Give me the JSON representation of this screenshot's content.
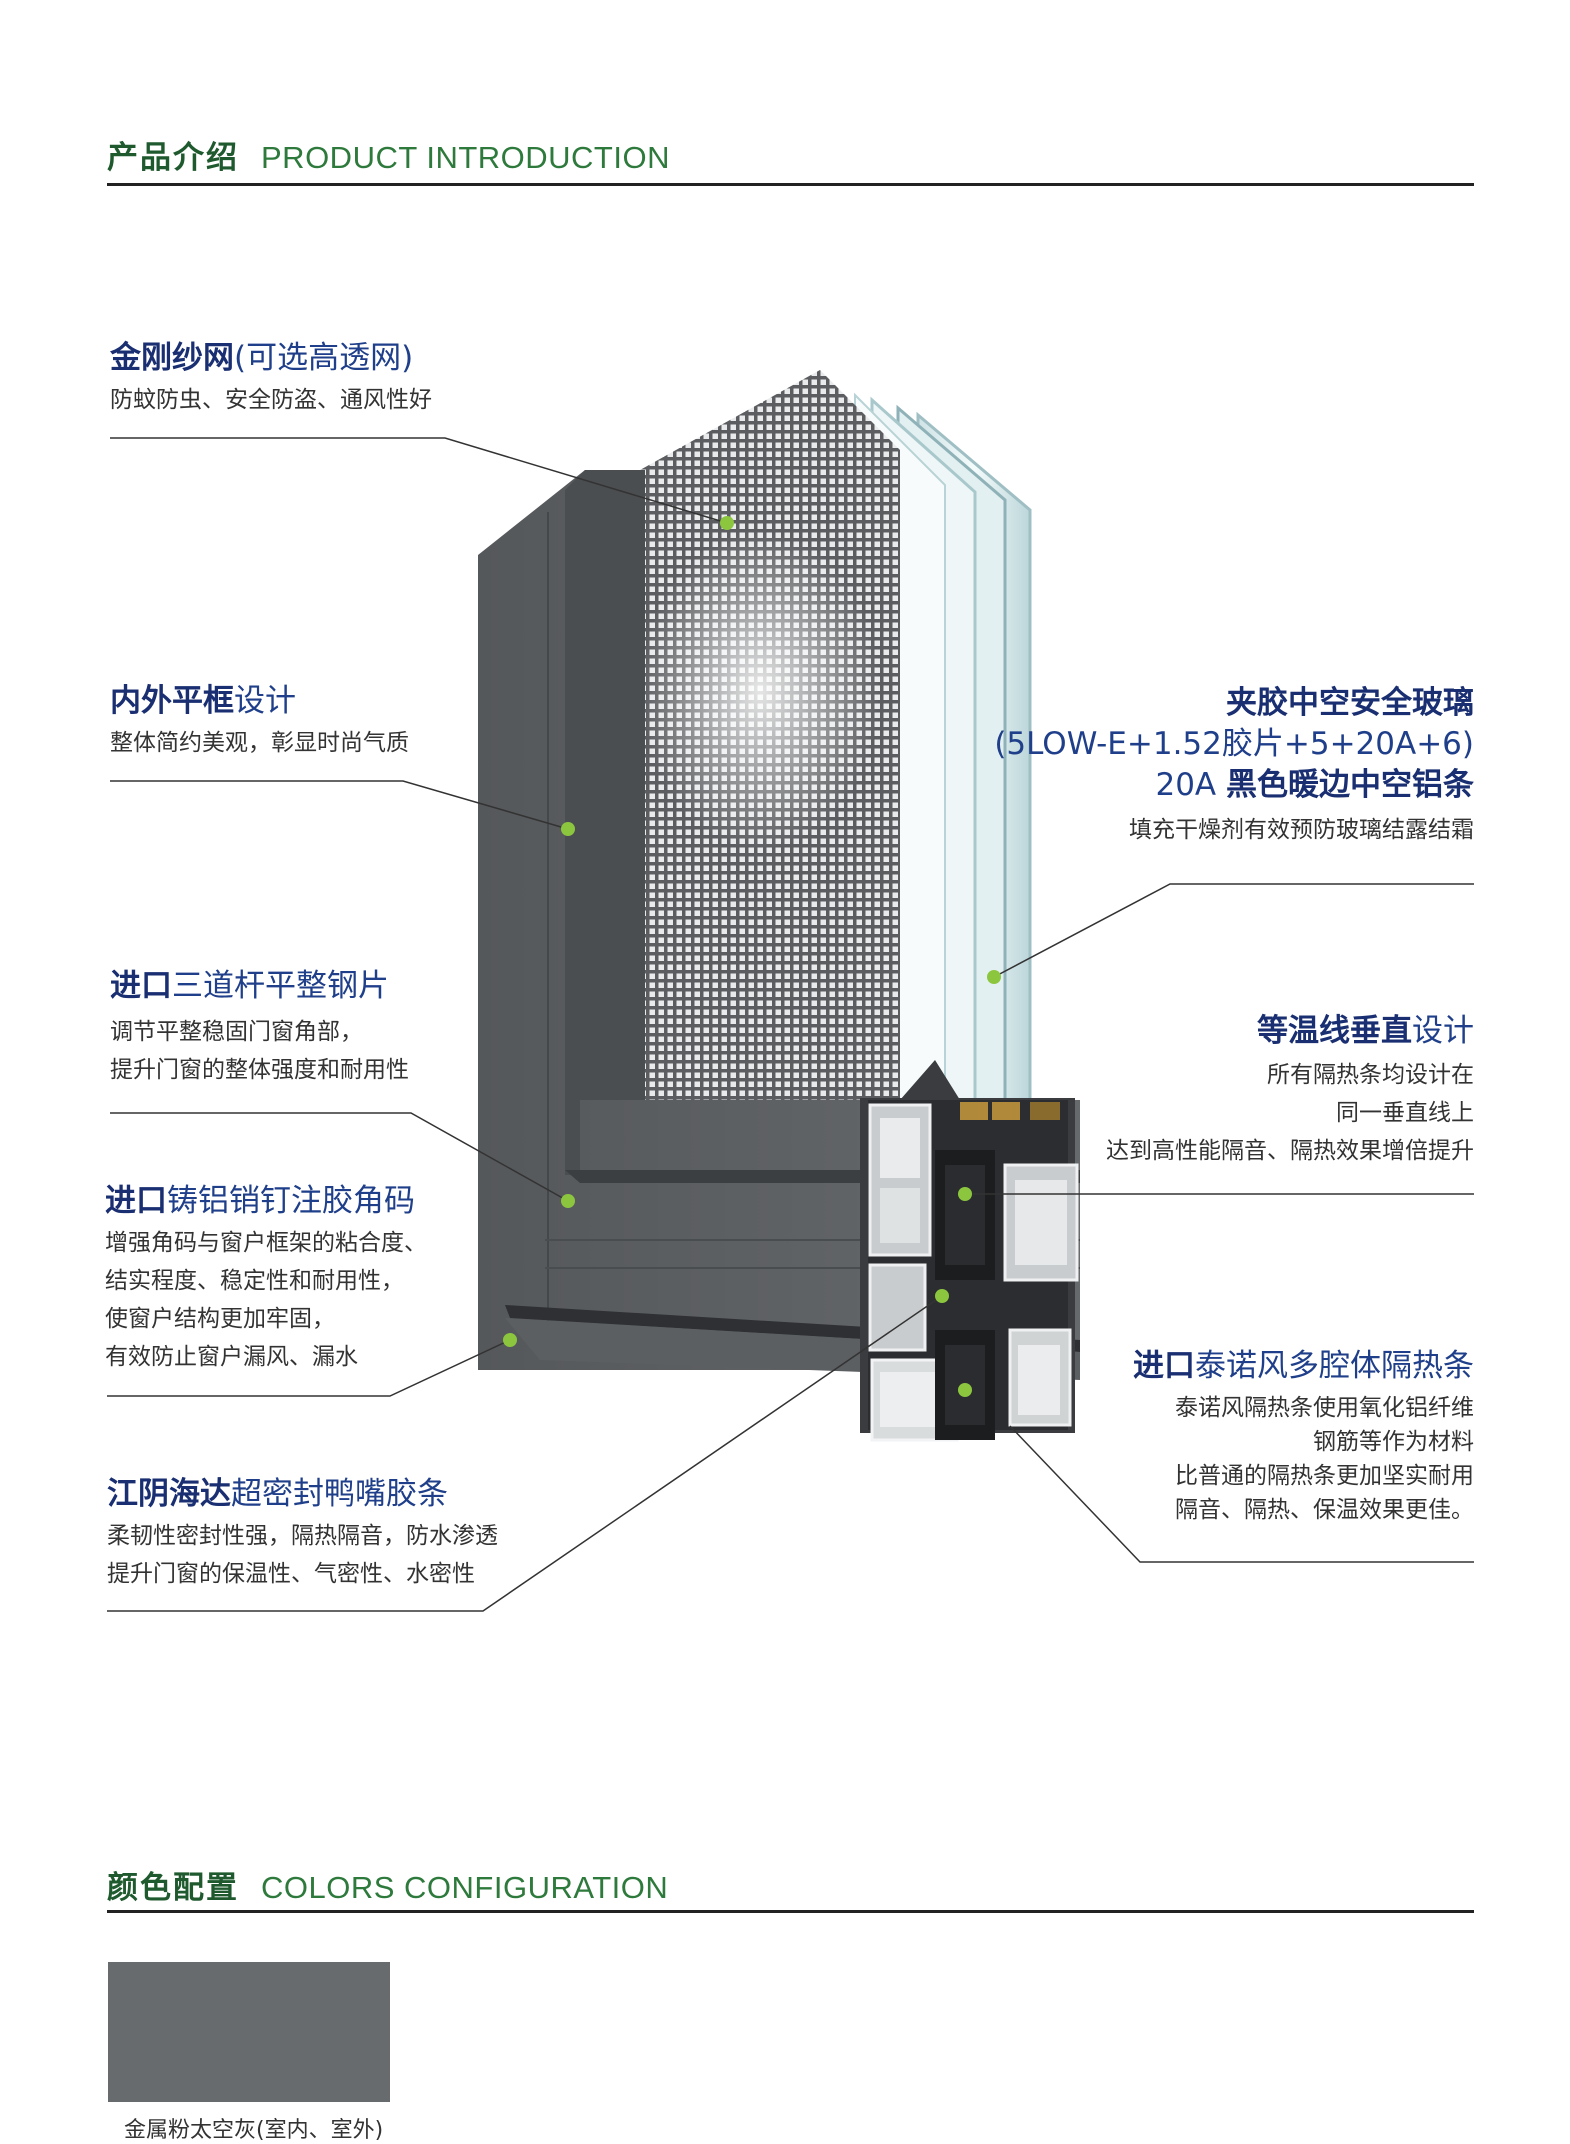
{
  "sections": {
    "product": {
      "cn": "产品介绍",
      "en": "PRODUCT INTRODUCTION"
    },
    "colors": {
      "cn": "颜色配置",
      "en": "COLORS CONFIGURATION"
    }
  },
  "features": {
    "screen": {
      "title_bold": "金刚纱网",
      "title_normal": "(可选高透网)",
      "lines": [
        "防蚊防虫、安全防盗、通风性好"
      ]
    },
    "frame": {
      "title_bold": "内外平框",
      "title_normal": "设计",
      "lines": [
        "整体简约美观，彰显时尚气质"
      ]
    },
    "steel": {
      "title_bold": "进口",
      "title_normal": "三道杆平整钢片",
      "lines": [
        "调节平整稳固门窗角部，",
        "提升门窗的整体强度和耐用性"
      ]
    },
    "corner": {
      "title_bold": "进口",
      "title_normal": "铸铝销钉注胶角码",
      "lines": [
        "增强角码与窗户框架的粘合度、",
        "结实程度、稳定性和耐用性，",
        "使窗户结构更加牢固，",
        "有效防止窗户漏风、漏水"
      ]
    },
    "seal": {
      "title_bold": "江阴海达",
      "title_normal": "超密封鸭嘴胶条",
      "lines": [
        "柔韧性密封性强，隔热隔音，防水渗透",
        "提升门窗的保温性、气密性、水密性"
      ]
    },
    "glass": {
      "title_bold": "夹胶中空安全玻璃",
      "spec": "(5LOW-E+1.52胶片+5+20A+6)",
      "spacer_normal": "20A ",
      "spacer_bold": "黑色暖边中空铝条",
      "lines": [
        "填充干燥剂有效预防玻璃结露结霜"
      ]
    },
    "isotherm": {
      "title_bold": "等温线垂直",
      "title_normal": "设计",
      "lines": [
        "所有隔热条均设计在",
        "同一垂直线上",
        "达到高性能隔音、隔热效果增倍提升"
      ]
    },
    "thermal": {
      "title_bold": "进口",
      "title_normal": "泰诺风多腔体隔热条",
      "lines": [
        "泰诺风隔热条使用氧化铝纤维",
        "钢筋等作为材料",
        "比普通的隔热条更加坚实耐用",
        "隔音、隔热、保温效果更佳。"
      ]
    }
  },
  "colors": {
    "swatch_label": "金属粉太空灰(室内、室外)",
    "swatch_color": "#676b6e",
    "accent_green": "#8cc63f",
    "heading_green": "#1f5a2e",
    "heading_blue": "#1a2f72"
  }
}
